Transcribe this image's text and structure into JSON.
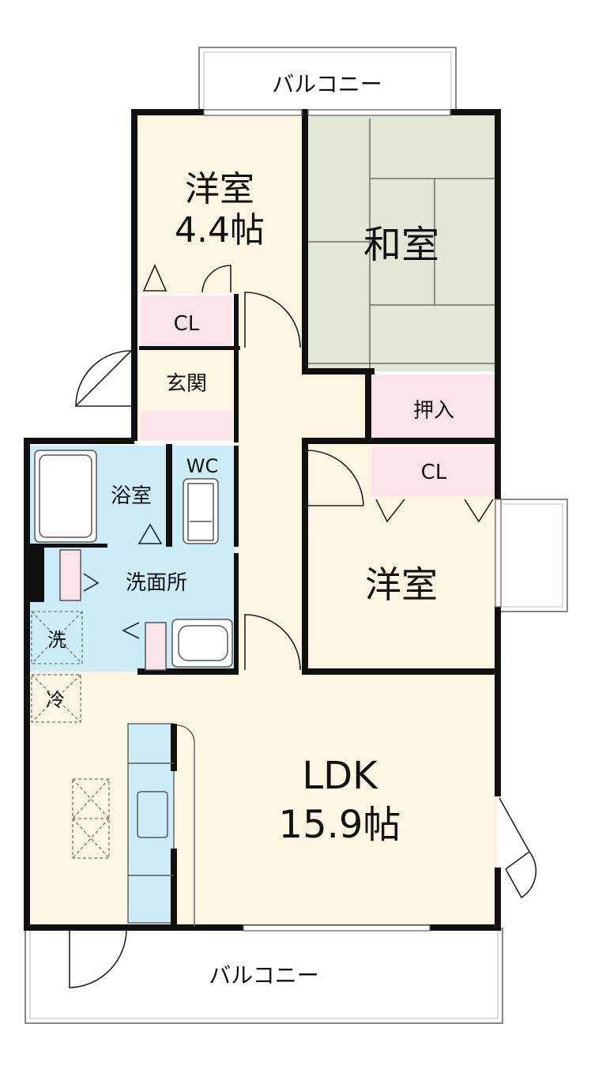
{
  "rooms": {
    "balcony_top": "バルコニー",
    "western_room_1": "洋室",
    "western_room_1_size": "4.4帖",
    "japanese_room": "和室",
    "closet_1": "CL",
    "entrance": "玄関",
    "oshiire": "押入",
    "bathroom": "浴室",
    "toilet": "WC",
    "closet_2": "CL",
    "western_room_2": "洋室",
    "washroom": "洗面所",
    "washer": "洗",
    "fridge": "冷",
    "ldk": "LDK",
    "ldk_size": "15.9帖",
    "balcony_bottom": "バルコニー"
  },
  "colors": {
    "wall": "#111111",
    "floor_cream": "#fdf5e1",
    "tatami": "#e2e8d6",
    "closet_pink": "#fbe3ea",
    "water_blue": "#ccecf8"
  }
}
